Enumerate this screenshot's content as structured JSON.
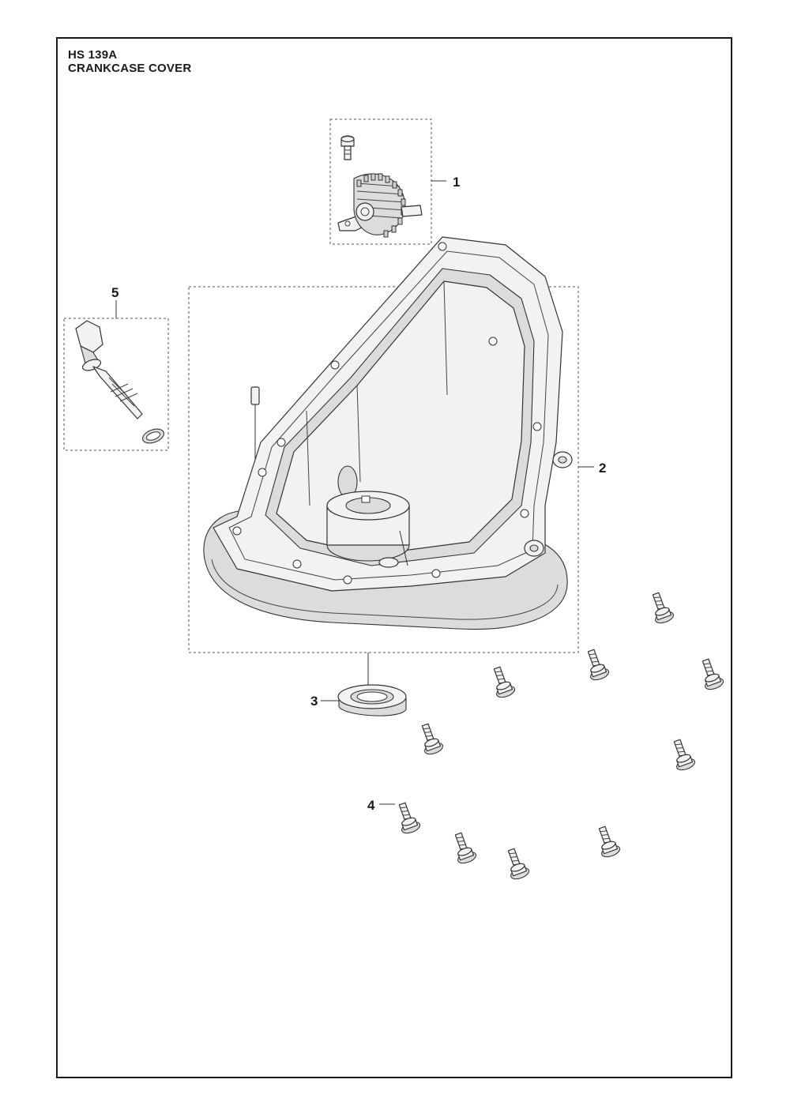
{
  "header": {
    "model": "HS 139A",
    "title": "CRANKCASE COVER"
  },
  "callouts": [
    {
      "id": "1",
      "label": "1"
    },
    {
      "id": "2",
      "label": "2"
    },
    {
      "id": "3",
      "label": "3"
    },
    {
      "id": "4",
      "label": "4"
    },
    {
      "id": "5",
      "label": "5"
    }
  ],
  "colors": {
    "line": "#1a1a1a",
    "part_fill": "#f2f2f2",
    "part_shade": "#dcdcdc"
  }
}
